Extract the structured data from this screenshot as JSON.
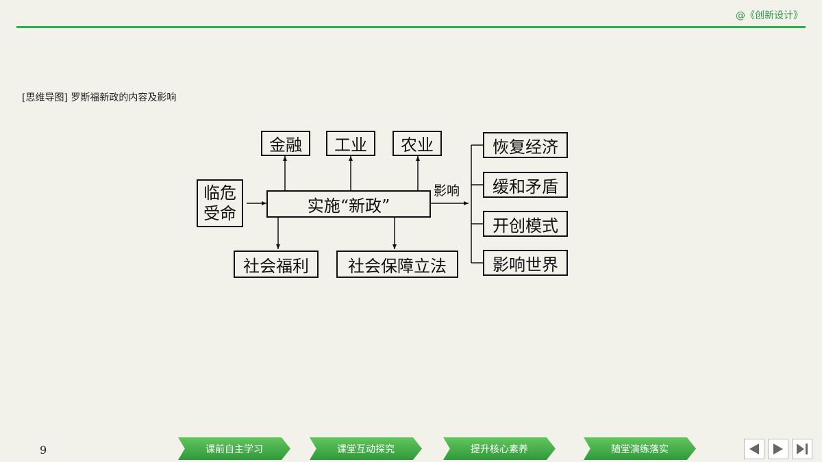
{
  "header": {
    "brand": "@《创新设计》",
    "accent_color": "#2bb34a"
  },
  "caption": "[思维导图] 罗斯福新政的内容及影响",
  "mindmap": {
    "origin": "临危\n受命",
    "center": "实施“新政”",
    "top": [
      "金融",
      "工业",
      "农业"
    ],
    "bottom": [
      "社会福利",
      "社会保障立法"
    ],
    "effect_label": "影响",
    "effects": [
      "恢复经济",
      "缓和矛盾",
      "开创模式",
      "影响世界"
    ]
  },
  "footer": {
    "page": "9",
    "nav": [
      "课前自主学习",
      "课堂互动探究",
      "提升核心素养",
      "随堂演练落实"
    ],
    "controls": [
      "prev-icon",
      "next-icon",
      "last-icon"
    ]
  }
}
